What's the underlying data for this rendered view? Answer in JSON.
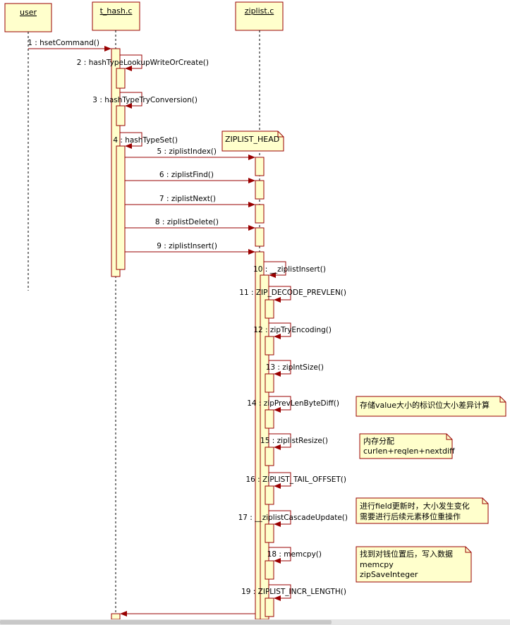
{
  "participants": [
    {
      "id": "user",
      "label": "user"
    },
    {
      "id": "t_hash",
      "label": "t_hash.c"
    },
    {
      "id": "ziplist",
      "label": "ziplist.c"
    }
  ],
  "messages": [
    {
      "n": "1",
      "text": "hsetCommand()"
    },
    {
      "n": "2",
      "text": "hashTypeLookupWriteOrCreate()"
    },
    {
      "n": "3",
      "text": "hashTypeTryConversion()"
    },
    {
      "n": "4",
      "text": "hashTypeSet()"
    },
    {
      "n": "5",
      "text": "ziplistIndex()"
    },
    {
      "n": "6",
      "text": "ziplistFind()"
    },
    {
      "n": "7",
      "text": "ziplistNext()"
    },
    {
      "n": "8",
      "text": "ziplistDelete()"
    },
    {
      "n": "9",
      "text": "ziplistInsert()"
    },
    {
      "n": "10",
      "text": "__ziplistInsert()"
    },
    {
      "n": "11",
      "text": "ZIP_DECODE_PREVLEN()"
    },
    {
      "n": "12",
      "text": "zipTryEncoding()"
    },
    {
      "n": "13",
      "text": "zipIntSize()"
    },
    {
      "n": "14",
      "text": "zipPrevLenByteDiff()"
    },
    {
      "n": "15",
      "text": "ziplistResize()"
    },
    {
      "n": "16",
      "text": "ZIPLIST_TAIL_OFFSET()"
    },
    {
      "n": "17",
      "text": "__ziplistCascadeUpdate()"
    },
    {
      "n": "18",
      "text": "memcpy()"
    },
    {
      "n": "19",
      "text": "ZIPLIST_INCR_LENGTH()"
    }
  ],
  "notes": [
    {
      "id": "note-ziplist-head",
      "lines": [
        "ZIPLIST_HEAD"
      ]
    },
    {
      "id": "note-prevlen-diff",
      "lines": [
        "存储value大小的标识位大小差异计算"
      ]
    },
    {
      "id": "note-resize",
      "lines": [
        "内存分配",
        "curlen+reqlen+nextdiff"
      ]
    },
    {
      "id": "note-cascade",
      "lines": [
        "进行field更新时，大小发生变化",
        "需要进行后续元素移位重操作"
      ]
    },
    {
      "id": "note-memcpy",
      "lines": [
        "找到对钱位置后，写入数据",
        "memcpy",
        "zipSaveInteger"
      ]
    }
  ],
  "colors": {
    "box_fill": "#ffffcc",
    "box_stroke": "#990000",
    "arrow": "#990000",
    "lifeline": "#000000"
  }
}
